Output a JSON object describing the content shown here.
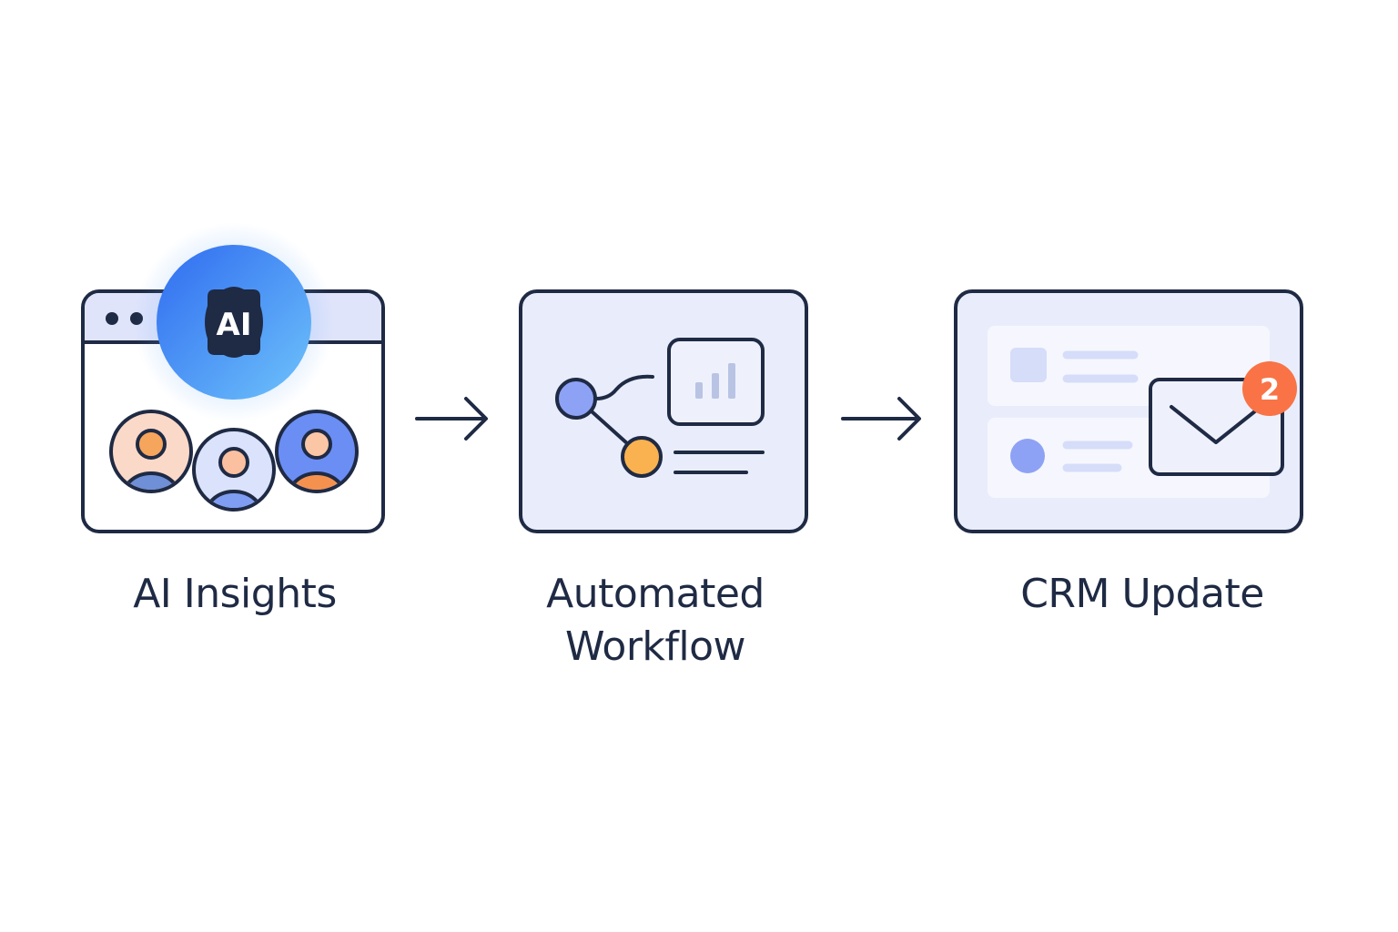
{
  "steps": [
    {
      "label_lines": [
        "AI Insights"
      ],
      "icon": "ai-browser-icon",
      "badge_text": "AI"
    },
    {
      "label_lines": [
        "Automated",
        "Workflow"
      ],
      "icon": "workflow-chart-icon"
    },
    {
      "label_lines": [
        "CRM Update"
      ],
      "icon": "crm-mail-icon",
      "notification_count": "2"
    }
  ],
  "colors": {
    "stroke": "#1f2a44",
    "panel_fill": "#e9edfb",
    "ai_blue": "#3b82f6",
    "accent_orange": "#f97346",
    "node_blue": "#8ea2f5",
    "node_orange": "#f9b24f"
  }
}
